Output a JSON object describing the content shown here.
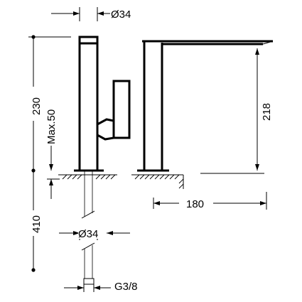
{
  "labels": {
    "top_diameter": "Ø34",
    "mid_diameter": "Ø34",
    "total_height": "230",
    "max_deck": "Max.50",
    "lower_length": "410",
    "spout_height": "218",
    "spout_reach": "180",
    "thread": "G3/8"
  }
}
